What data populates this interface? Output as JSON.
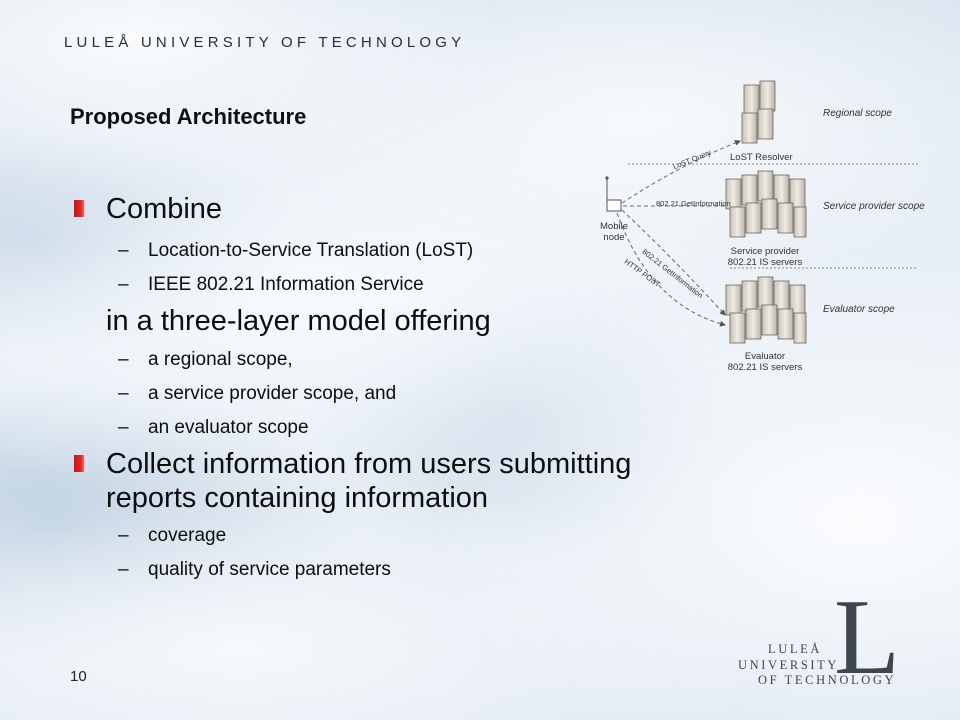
{
  "header": {
    "university": "LULEÅ UNIVERSITY OF TECHNOLOGY"
  },
  "slide": {
    "title": "Proposed Architecture",
    "page_number": "10",
    "bullets": [
      {
        "level": 1,
        "marker": true,
        "text": "Combine"
      },
      {
        "level": 2,
        "marker": false,
        "text": "Location-to-Service Translation (LoST)"
      },
      {
        "level": 2,
        "marker": false,
        "text": "IEEE 802.21 Information Service"
      },
      {
        "level": 1,
        "marker": false,
        "text": "in a three-layer model offering"
      },
      {
        "level": 2,
        "marker": false,
        "text": "a regional scope,"
      },
      {
        "level": 2,
        "marker": false,
        "text": "a service provider scope, and"
      },
      {
        "level": 2,
        "marker": false,
        "text": "an evaluator scope"
      },
      {
        "level": 1,
        "marker": true,
        "text": "Collect information from users submitting reports containing information"
      },
      {
        "level": 2,
        "marker": false,
        "text": "coverage"
      },
      {
        "level": 2,
        "marker": false,
        "text": "quality of service parameters"
      }
    ],
    "dash_symbol": "–"
  },
  "diagram": {
    "scopes": [
      "Regional scope",
      "Service provider scope",
      "Evaluator scope"
    ],
    "node_labels": {
      "mobile": [
        "Mobile",
        "node"
      ],
      "lost": "LoST Resolver",
      "sp": [
        "Service provider",
        "802.21 IS servers"
      ],
      "ev": [
        "Evaluator",
        "802.21 IS servers"
      ]
    },
    "arrow_labels": [
      "LoST Query",
      "802.21 GetInformation",
      "802.21 GetInformation",
      "HTTP POST"
    ]
  },
  "logo": {
    "lines": [
      "LULEÅ",
      "UNIVERSITY",
      "OF TECHNOLOGY"
    ],
    "letter": "L"
  }
}
